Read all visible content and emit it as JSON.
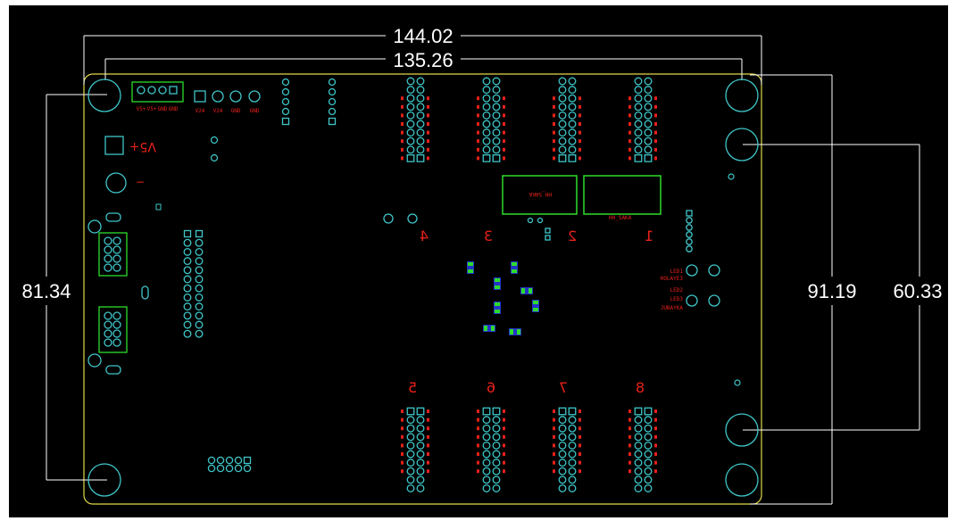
{
  "dimensions": {
    "top_outer": "144.02",
    "top_inner": "135.26",
    "left_height": "81.34",
    "right_outer": "91.19",
    "right_inner": "60.33"
  },
  "silkscreen": {
    "power_header_labels": [
      "V5+",
      "V5+",
      "GND",
      "GND"
    ],
    "power_pads_labels": [
      "V24",
      "V24",
      "GND",
      "GND"
    ],
    "v5_label": "V5+",
    "minus_sign": "−",
    "module_left_label": "HH_SAKA",
    "module_right_label": "HH_SAKA",
    "upper_connector_numbers": [
      "4",
      "3",
      "2",
      "1"
    ],
    "lower_connector_numbers": [
      "5",
      "6",
      "7",
      "8"
    ],
    "led_labels": [
      "LED1",
      "HOLAYE3",
      "LED2",
      "LED3",
      "JUBAYKA"
    ]
  },
  "colors": {
    "background": "#000000",
    "board_outline": "#e0d84a",
    "pads": "#3fc6c9",
    "silk_text": "#e8201a",
    "components": "#2ddc2d",
    "dimension_lines": "#ffffff",
    "smd_body": "#2434c8"
  }
}
